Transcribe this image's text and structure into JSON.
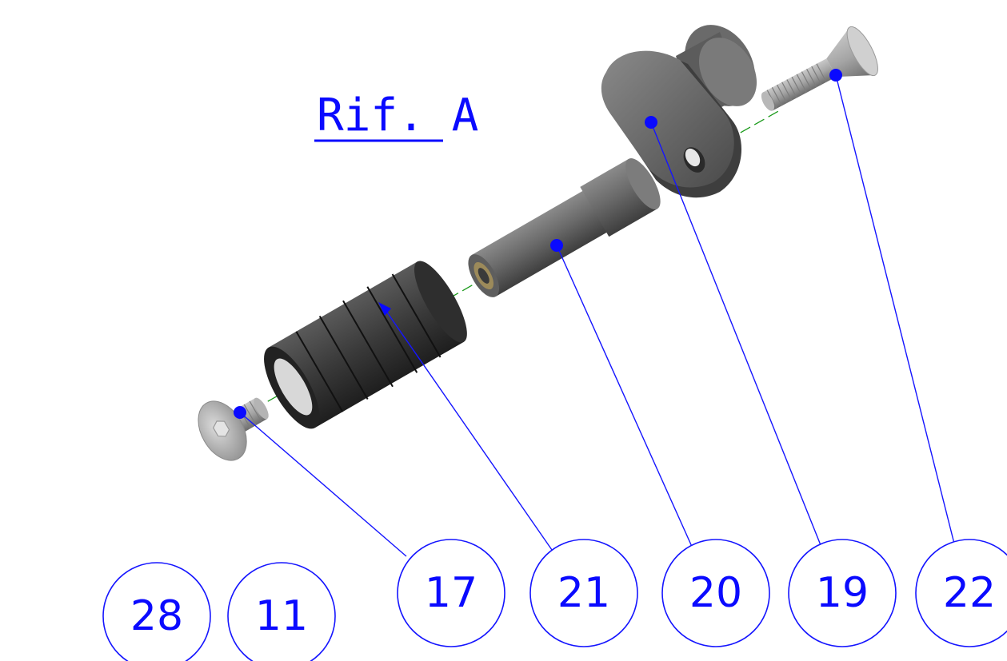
{
  "reference_label": "Rif. A",
  "balloons": [
    {
      "id": "balloon-28",
      "number": "28"
    },
    {
      "id": "balloon-11",
      "number": "11"
    },
    {
      "id": "balloon-17",
      "number": "17"
    },
    {
      "id": "balloon-21",
      "number": "21"
    },
    {
      "id": "balloon-20",
      "number": "20"
    },
    {
      "id": "balloon-19",
      "number": "19"
    },
    {
      "id": "balloon-22",
      "number": "22"
    }
  ],
  "colors": {
    "annotation": "#0a0aff",
    "axis": "#1a9a1a",
    "part_dark": "#3c3c3c",
    "part_mid": "#6e6e6e",
    "part_light": "#9a9a9a"
  }
}
